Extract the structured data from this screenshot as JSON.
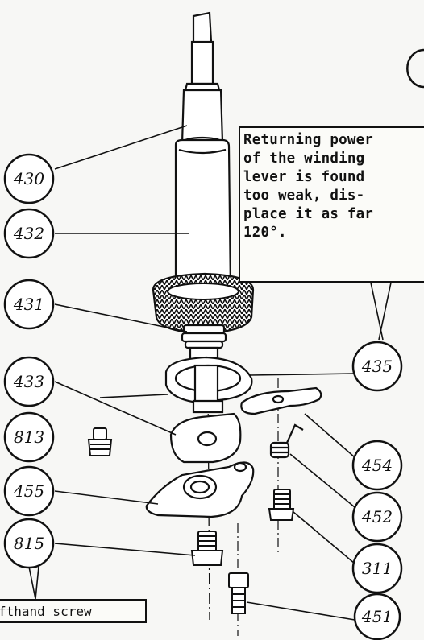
{
  "note": {
    "lines": [
      "Returning power",
      "of the winding",
      "lever is found",
      "too weak, dis-",
      "place it as far",
      "120°."
    ]
  },
  "screw_note": {
    "text": "fthand screw"
  },
  "callouts": {
    "c430": "430",
    "c432": "432",
    "c431": "431",
    "c433": "433",
    "c813": "813",
    "c455": "455",
    "c815": "815",
    "c435": "435",
    "c454": "454",
    "c452": "452",
    "c311": "311",
    "c451": "451"
  }
}
